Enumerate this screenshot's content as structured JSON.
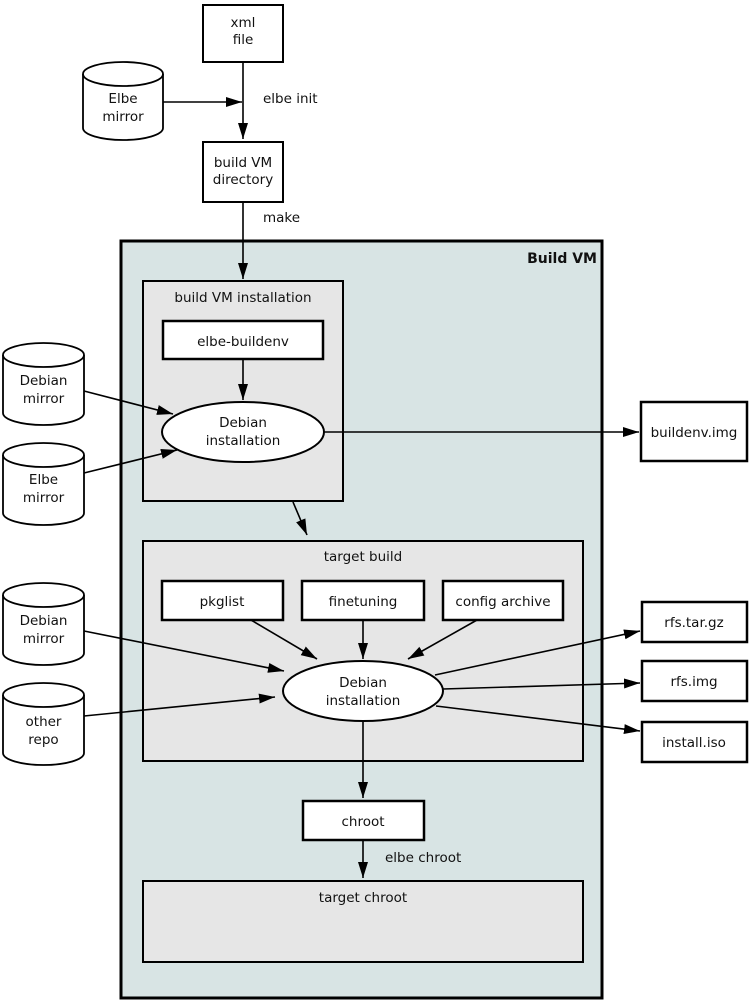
{
  "colors": {
    "build_vm_bg": "#d8e4e4",
    "panel_bg": "#e6e6e6",
    "node_bg": "#ffffff",
    "line": "#000000"
  },
  "build_vm": {
    "label": "Build VM"
  },
  "containers": {
    "build_vm_installation": {
      "title": "build VM installation"
    },
    "target_build": {
      "title": "target build"
    },
    "target_chroot": {
      "title": "target chroot"
    }
  },
  "nodes": {
    "xml_file": {
      "line1": "xml",
      "line2": "file"
    },
    "elbe_mirror_top": {
      "line1": "Elbe",
      "line2": "mirror"
    },
    "build_vm_directory": {
      "line1": "build VM",
      "line2": "directory"
    },
    "elbe_buildenv": {
      "label": "elbe-buildenv"
    },
    "debian_installation_build": {
      "line1": "Debian",
      "line2": "installation"
    },
    "debian_mirror_build": {
      "line1": "Debian",
      "line2": "mirror"
    },
    "elbe_mirror_build": {
      "line1": "Elbe",
      "line2": "mirror"
    },
    "buildenv_img": {
      "label": "buildenv.img"
    },
    "pkglist": {
      "label": "pkglist"
    },
    "finetuning": {
      "label": "finetuning"
    },
    "config_archive": {
      "label": "config archive"
    },
    "debian_installation_target": {
      "line1": "Debian",
      "line2": "installation"
    },
    "debian_mirror_target": {
      "line1": "Debian",
      "line2": "mirror"
    },
    "other_repo": {
      "line1": "other",
      "line2": "repo"
    },
    "rfs_tar_gz": {
      "label": "rfs.tar.gz"
    },
    "rfs_img": {
      "label": "rfs.img"
    },
    "install_iso": {
      "label": "install.iso"
    },
    "chroot": {
      "label": "chroot"
    }
  },
  "edge_labels": {
    "elbe_init": "elbe init",
    "make": "make",
    "elbe_chroot": "elbe chroot"
  }
}
